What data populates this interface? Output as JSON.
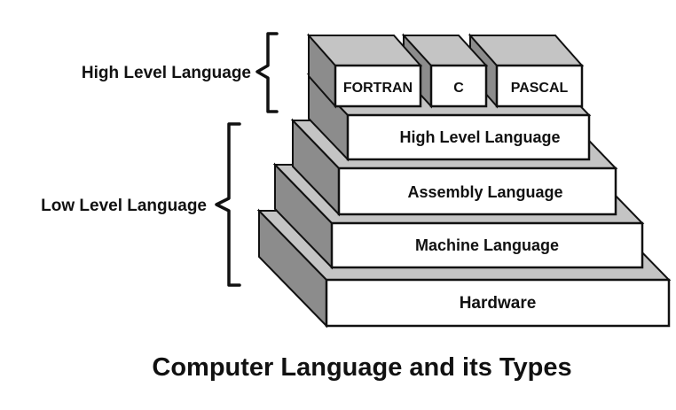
{
  "colors": {
    "background": "#ffffff",
    "outline": "#111111",
    "box_face": "#ffffff",
    "top_face": "#c4c4c4",
    "side_face": "#8c8c8c"
  },
  "layers": [
    {
      "id": "hardware",
      "label": "Hardware"
    },
    {
      "id": "machine",
      "label": "Machine Language"
    },
    {
      "id": "assembly",
      "label": "Assembly Language"
    },
    {
      "id": "high-level",
      "label": "High Level Language"
    }
  ],
  "languages": [
    {
      "id": "fortran",
      "label": "FORTRAN"
    },
    {
      "id": "c",
      "label": "C"
    },
    {
      "id": "pascal",
      "label": "PASCAL"
    }
  ],
  "brackets": {
    "high_level": "High Level Language",
    "low_level": "Low Level Language"
  },
  "caption": "Computer Language and its Types"
}
